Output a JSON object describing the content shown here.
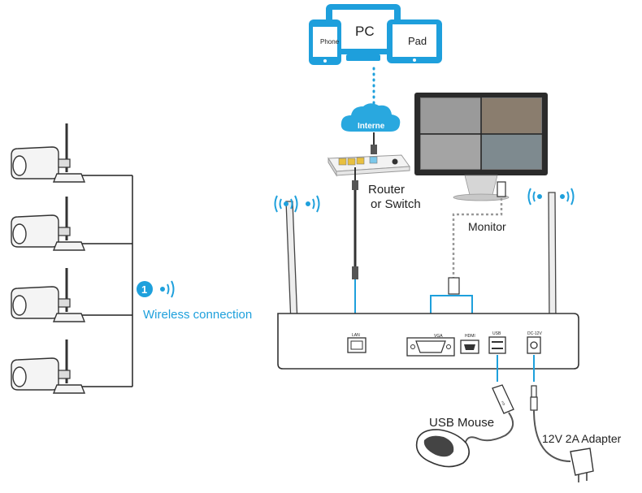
{
  "devices": {
    "phone": "Phone",
    "pc": "PC",
    "pad": "Pad"
  },
  "cloud": {
    "label": "Interne"
  },
  "router": {
    "line1": "Router",
    "line2": "or Switch"
  },
  "monitor": {
    "label": "Monitor"
  },
  "wireless": {
    "step": "1",
    "label": "Wireless connection"
  },
  "nvr_ports": {
    "lan": "LAN",
    "vga": "VGA",
    "hdmi": "HDMI",
    "usb": "USB",
    "dc": "DC-12V"
  },
  "usb_mouse": {
    "label": "USB Mouse"
  },
  "adapter": {
    "label": "12V 2A Adapter"
  },
  "colors": {
    "accent": "#1ea0dc",
    "line": "#333333",
    "device_blue": "#1e9fdc"
  }
}
